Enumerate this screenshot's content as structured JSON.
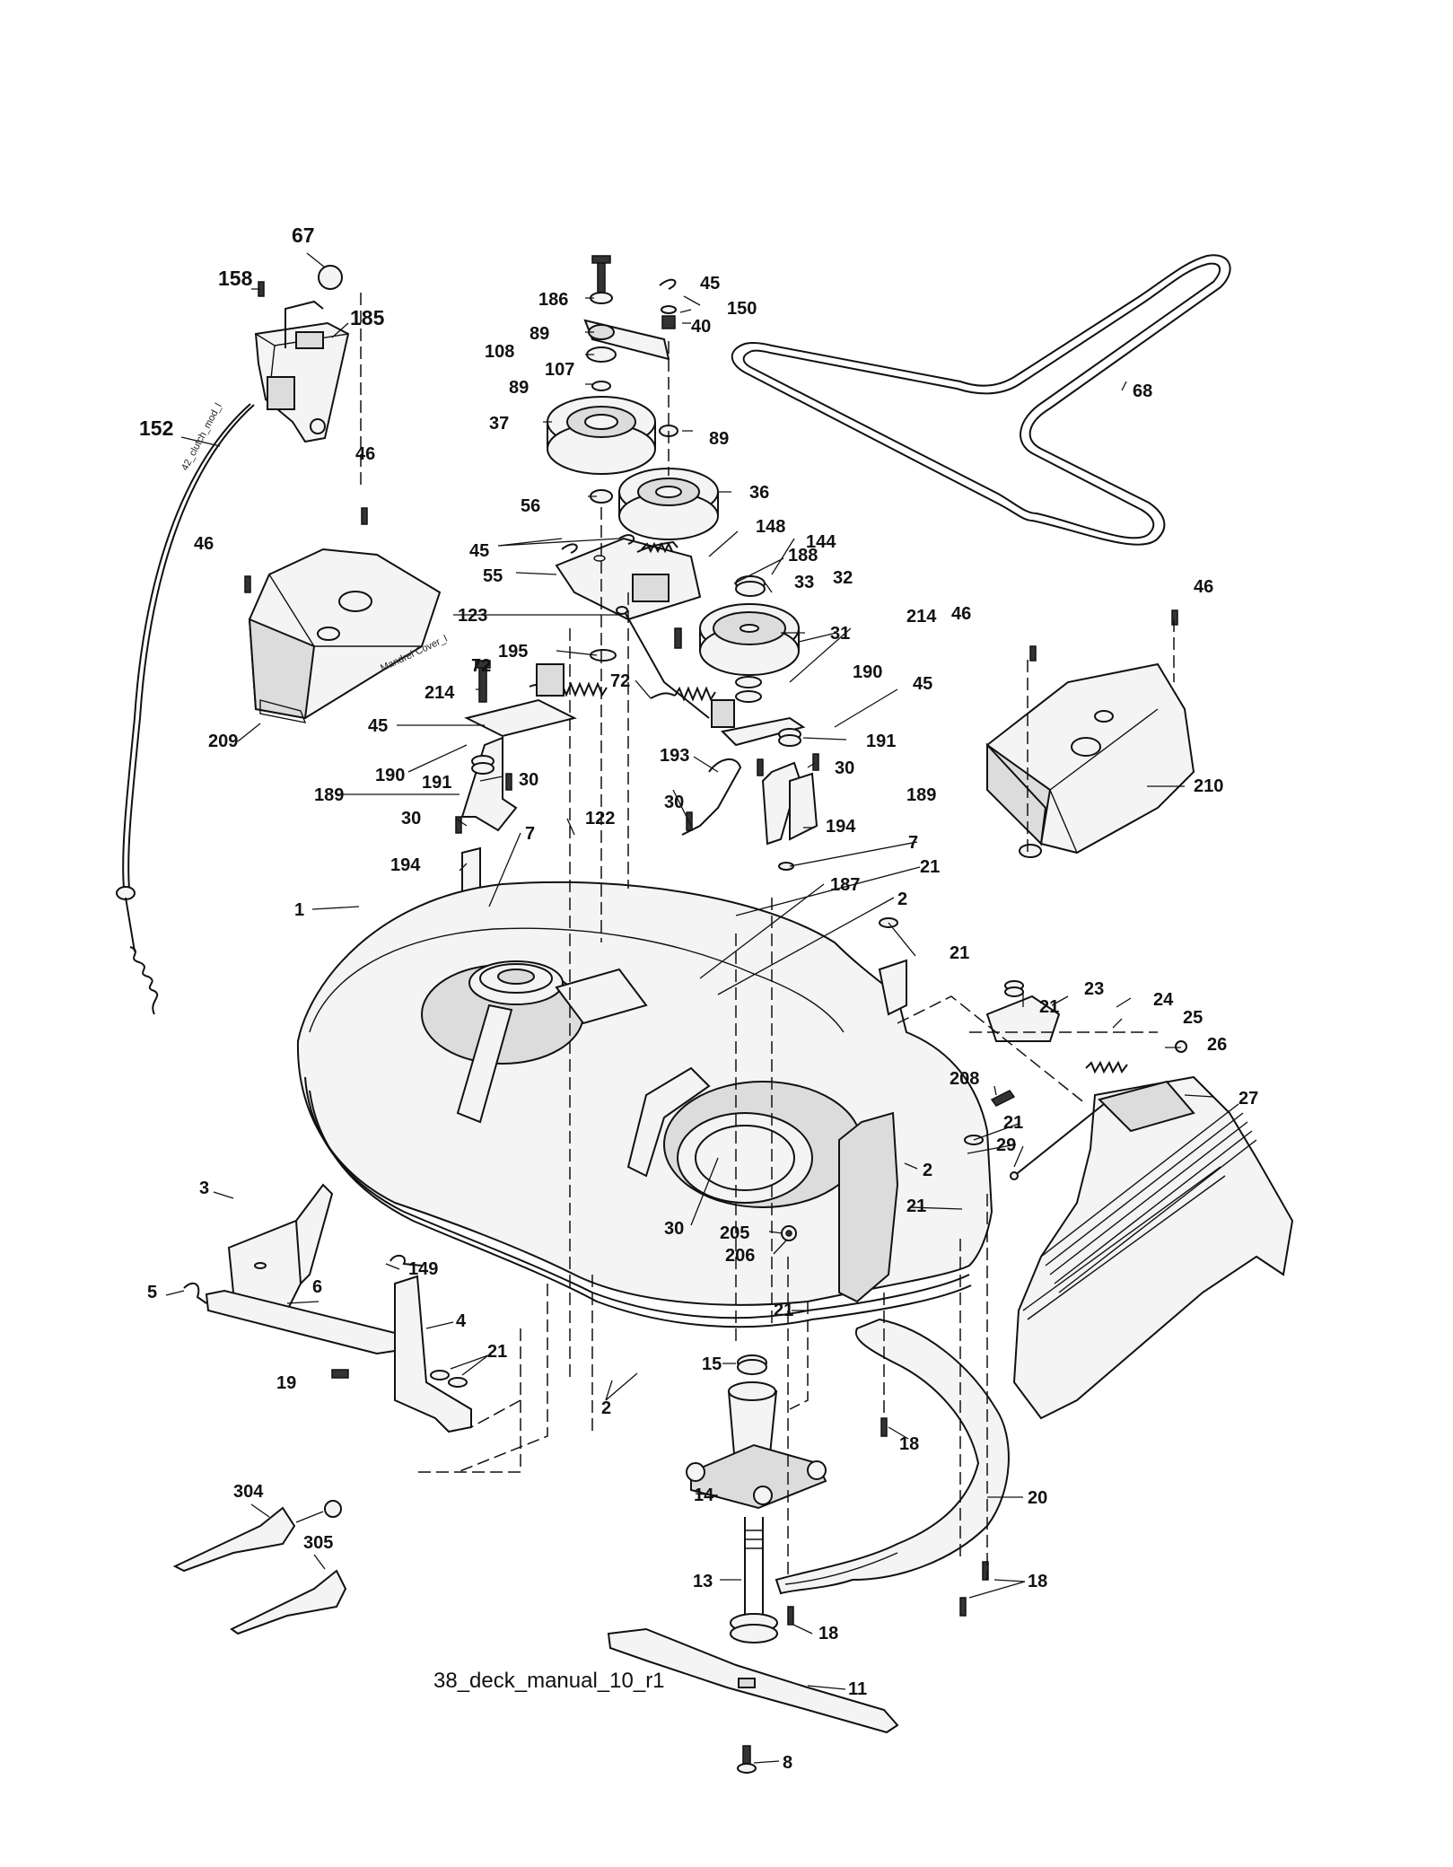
{
  "diagram": {
    "caption": "38_deck_manual_10_r1",
    "embossed": {
      "cable_tag": "42_clutch_mod_l",
      "mandrel_cover": "Mandrel Cover_l"
    },
    "callouts": [
      "67",
      "158",
      "185",
      "152",
      "46",
      "46",
      "46",
      "46",
      "186",
      "45",
      "150",
      "89",
      "40",
      "108",
      "107",
      "89",
      "37",
      "89",
      "56",
      "36",
      "45",
      "148",
      "55",
      "144",
      "188",
      "33",
      "32",
      "123",
      "31",
      "214",
      "195",
      "72",
      "190",
      "72",
      "214",
      "45",
      "45",
      "191",
      "190",
      "191",
      "193",
      "30",
      "189",
      "30",
      "30",
      "122",
      "30",
      "189",
      "194",
      "7",
      "194",
      "7",
      "21",
      "1",
      "187",
      "2",
      "21",
      "21",
      "23",
      "24",
      "25",
      "26",
      "208",
      "27",
      "21",
      "2",
      "29",
      "21",
      "30",
      "205",
      "206",
      "3",
      "149",
      "5",
      "6",
      "4",
      "21",
      "21",
      "19",
      "15",
      "2",
      "18",
      "14",
      "20",
      "304",
      "305",
      "13",
      "18",
      "18",
      "11",
      "8",
      "209",
      "210",
      "68"
    ]
  }
}
